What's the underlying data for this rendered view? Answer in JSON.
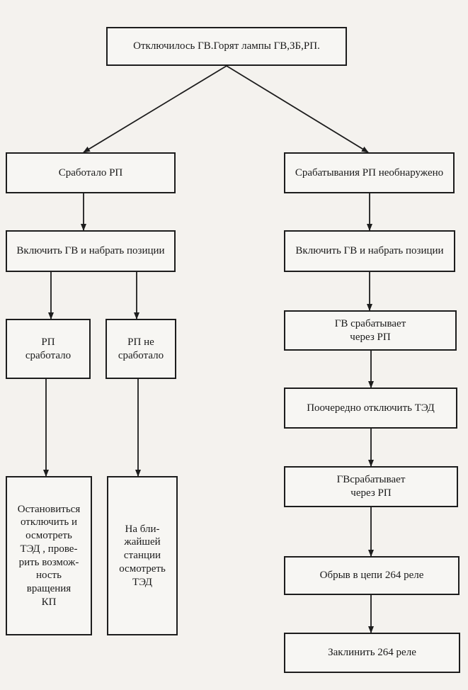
{
  "nodes": {
    "root": "Отключилось ГВ.Горят лампы ГВ,ЗБ,РП.",
    "left_top": "Сработало РП",
    "right_top": "Срабатывания РП необнаружено",
    "left_enable": "Включить ГВ и набрать позиции",
    "right_enable": "Включить ГВ и набрать позиции",
    "rp_worked": "РП\nсработало",
    "rp_not_worked": "РП не\nсработало",
    "gv_through_rp_1": "ГВ срабатывает\nчерез    РП",
    "disconnect_ted": "Поочередно отключить ТЭД",
    "gv_through_rp_2": "ГВсрабатывает\nчерез    РП",
    "stop_inspect": "Остановиться\nотключить и\nосмотреть\nТЭД , прове-\nрить возмож-\nность\nвращения\nКП",
    "next_station": "На бли-\nжайшей\nстанции\nосмотреть\nТЭД",
    "break_264": "Обрыв в цепи 264 реле",
    "wedge_264": "Заклинить 264 реле"
  }
}
